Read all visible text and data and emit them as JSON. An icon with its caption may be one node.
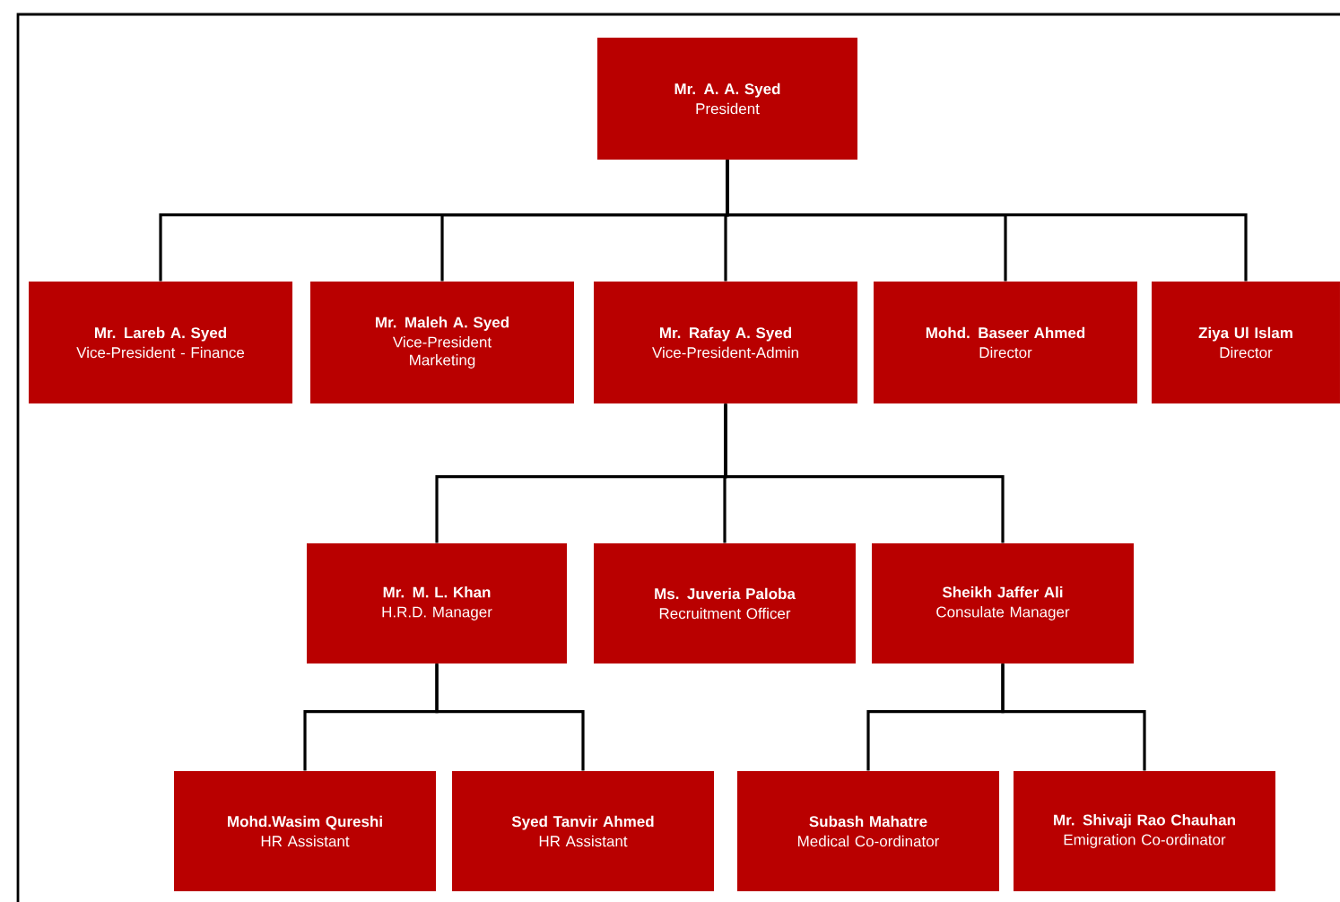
{
  "diagram": {
    "nodes": [
      {
        "text": [
          "Mr. A. A. Syed",
          "President"
        ]
      },
      {
        "text": [
          "Mr. Lareb A. Syed",
          "Vice-President - Finance"
        ]
      },
      {
        "text": [
          "Mr. Maleh A. Syed",
          "Vice-President Marketing"
        ]
      },
      {
        "text": [
          "Mr. Rafay A. Syed",
          "Vice-President-Admin"
        ]
      },
      {
        "text": [
          "Mohd. Baseer Ahmed",
          "Director"
        ]
      },
      {
        "text": [
          "Ziya Ul Islam",
          "Director"
        ]
      },
      {
        "text": [
          "Mr. M. L. Khan",
          "H.R.D. Manager"
        ]
      },
      {
        "text": [
          "Ms. Juveria Paloba",
          "Recruitment Officer"
        ]
      },
      {
        "text": [
          "Sheikh Jaffer Ali",
          "Consulate Manager"
        ]
      },
      {
        "text": [
          "Mohd.Wasim Qureshi",
          "HR Assistant"
        ]
      },
      {
        "text": [
          "Syed Tanvir Ahmed",
          "HR Assistant"
        ]
      },
      {
        "text": [
          "Subash Mahatre",
          "Medical Co-ordinator"
        ]
      },
      {
        "text": [
          "Mr. Shivaji Rao Chauhan",
          "Emigration Co-ordinator"
        ]
      }
    ],
    "edges": [
      {
        "from": 0,
        "to": 1,
        "arrow": "none"
      },
      {
        "from": 0,
        "to": 2,
        "arrow": "none"
      },
      {
        "from": 0,
        "to": 3,
        "arrow": "none"
      },
      {
        "from": 0,
        "to": 4,
        "arrow": "none"
      },
      {
        "from": 0,
        "to": 5,
        "arrow": "none"
      },
      {
        "from": 3,
        "to": 6,
        "arrow": "none"
      },
      {
        "from": 3,
        "to": 7,
        "arrow": "none"
      },
      {
        "from": 3,
        "to": 8,
        "arrow": "none"
      },
      {
        "from": 6,
        "to": 9,
        "arrow": "none"
      },
      {
        "from": 6,
        "to": 10,
        "arrow": "none"
      },
      {
        "from": 8,
        "to": 11,
        "arrow": "none"
      },
      {
        "from": 8,
        "to": 12,
        "arrow": "none"
      }
    ]
  }
}
